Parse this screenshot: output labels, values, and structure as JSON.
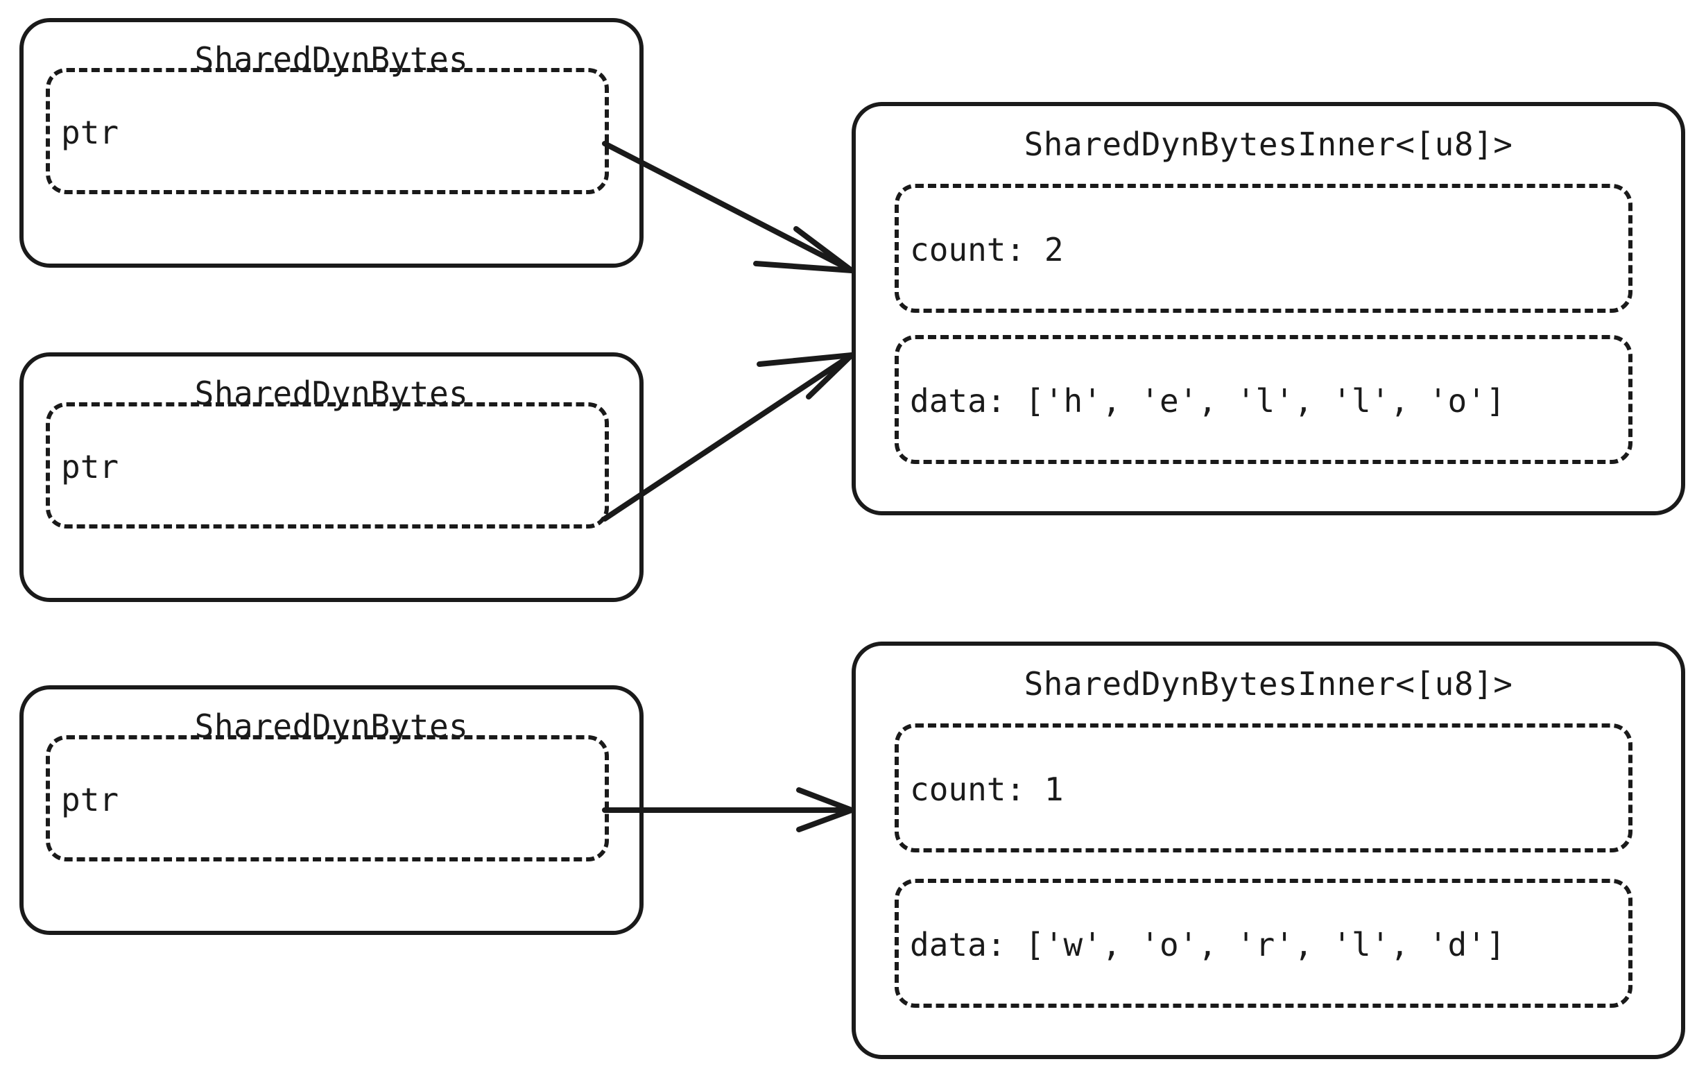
{
  "diagram": {
    "title": "SharedDynBytes reference counting",
    "background_color": "#ffffff",
    "stroke_color": "#1a1a1a"
  },
  "owner_cards": [
    {
      "title": "SharedDynBytes",
      "field_label": "ptr"
    },
    {
      "title": "SharedDynBytes",
      "field_label": "ptr"
    },
    {
      "title": "SharedDynBytes",
      "field_label": "ptr"
    }
  ],
  "inner_cards": [
    {
      "title": "SharedDynBytesInner<[u8]>",
      "count_label": "count: 2",
      "data_label": "data: ['h', 'e', 'l', 'l', 'o']"
    },
    {
      "title": "SharedDynBytesInner<[u8]>",
      "count_label": "count: 1",
      "data_label": "data: ['w', 'o', 'r', 'l', 'd']"
    }
  ],
  "arrows": [
    {
      "name": "ptr-to-hello-from-first"
    },
    {
      "name": "ptr-to-hello-from-second"
    },
    {
      "name": "ptr-to-world-from-third"
    }
  ]
}
